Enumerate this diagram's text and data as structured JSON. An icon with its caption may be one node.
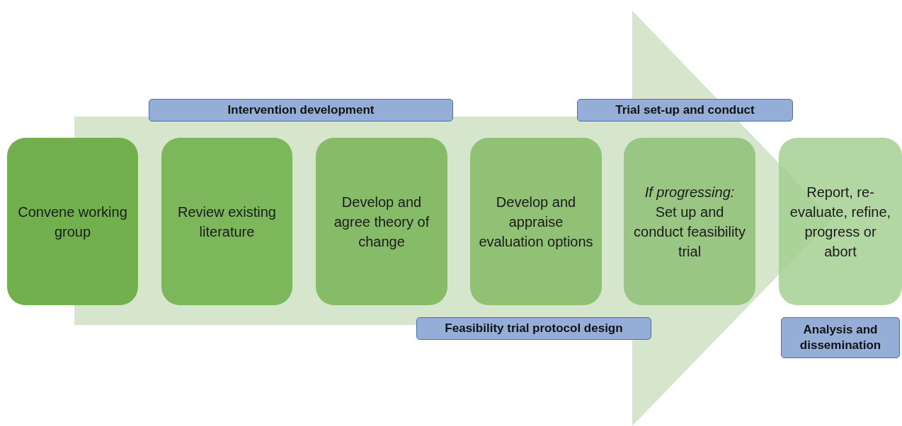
{
  "diagram": {
    "nodes": [
      {
        "text": [
          "Intervention development"
        ]
      },
      {
        "text": [
          "Trial set-up and conduct"
        ]
      },
      {
        "text": [
          "Convene working group"
        ]
      },
      {
        "text": [
          "Review existing literature"
        ]
      },
      {
        "text": [
          "Develop and agree theory of change"
        ]
      },
      {
        "text": [
          "Develop and appraise evaluation options"
        ]
      },
      {
        "text": [
          "*If progressing:* Set up and conduct feasibility trial"
        ]
      },
      {
        "text": [
          "Report, re-evaluate, refine, progress or abort"
        ]
      },
      {
        "text": [
          "Feasibility trial protocol design"
        ]
      },
      {
        "text": [
          "Analysis and dissemination"
        ]
      }
    ],
    "edges": [
      {
        "from": 2,
        "to": 7,
        "arrow": "to"
      }
    ]
  }
}
